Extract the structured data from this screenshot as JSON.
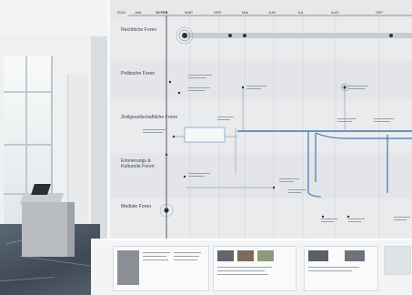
{
  "timeline": {
    "year": "2020",
    "months": [
      "JAN",
      "MÄR",
      "APR",
      "MAI",
      "JUN",
      "JUL",
      "AUG",
      "SEP"
    ],
    "key_date": "19 FEB"
  },
  "lanes": [
    {
      "id": "rechtliche",
      "label": "Rechtliche Foren"
    },
    {
      "id": "politische",
      "label": "Politische Foren"
    },
    {
      "id": "zivil",
      "label": "Zivilgesellschaftliche Foren"
    },
    {
      "id": "erinnerung",
      "label": "Erinnerungs &\nKulturelle Foren"
    },
    {
      "id": "mediale",
      "label": "Mediale Foren"
    }
  ],
  "colors": {
    "wall": "#e6e8ea",
    "accent": "#3f78b8",
    "floor": "#4a5561"
  }
}
